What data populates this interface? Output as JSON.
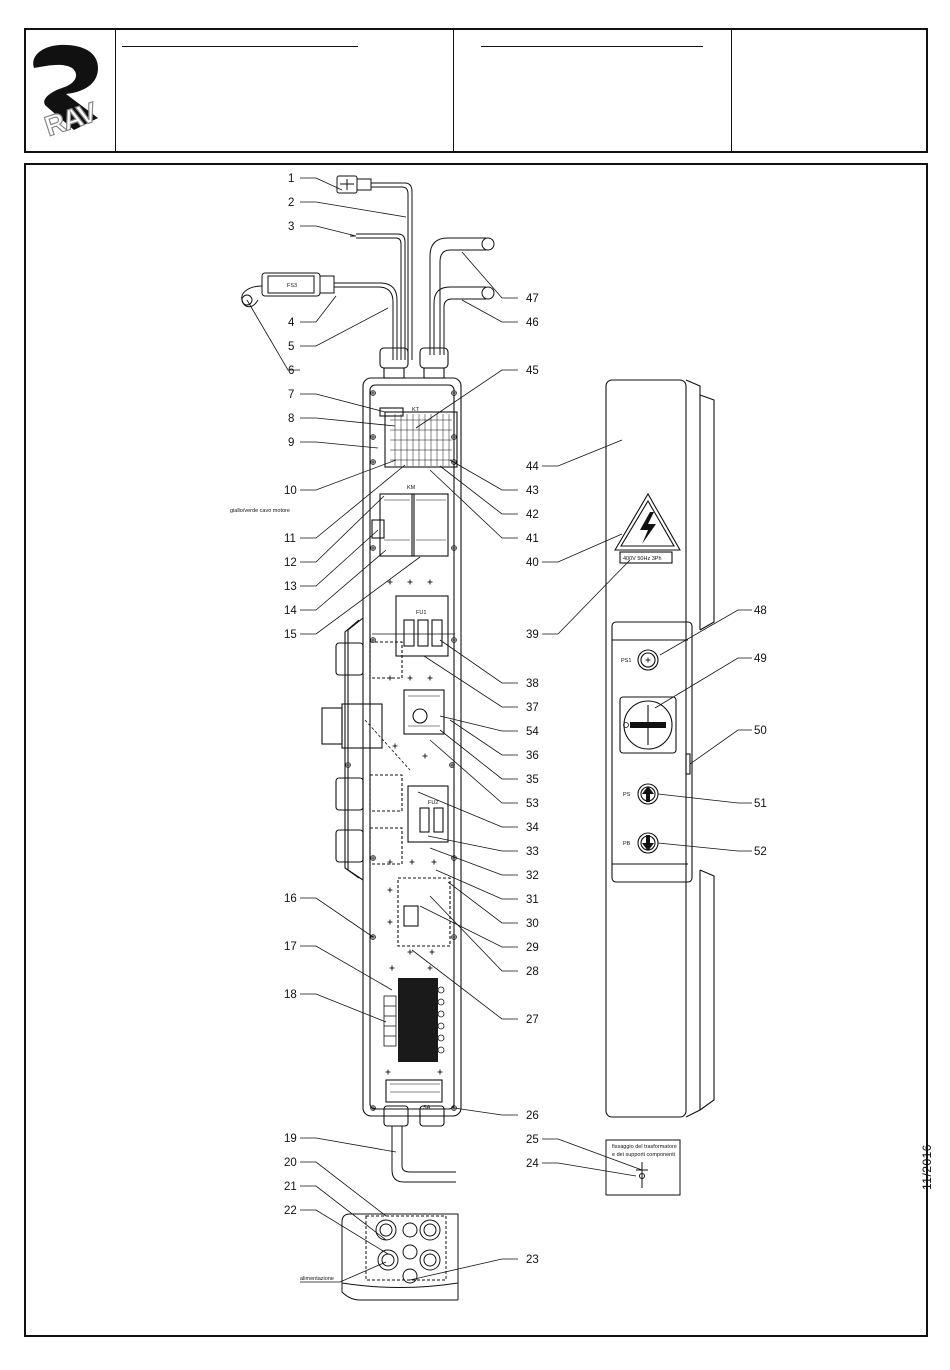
{
  "header": {
    "logo_text": "RAV",
    "date": "11/2016"
  },
  "callouts": [
    "1",
    "2",
    "3",
    "4",
    "5",
    "6",
    "7",
    "8",
    "9",
    "10",
    "11",
    "12",
    "13",
    "14",
    "15",
    "16",
    "17",
    "18",
    "19",
    "20",
    "21",
    "22",
    "23",
    "24",
    "25",
    "26",
    "27",
    "28",
    "29",
    "30",
    "31",
    "32",
    "33",
    "34",
    "35",
    "36",
    "37",
    "38",
    "39",
    "40",
    "41",
    "42",
    "43",
    "44",
    "45",
    "46",
    "47",
    "48",
    "49",
    "50",
    "51",
    "52",
    "53",
    "54"
  ],
  "labels": {
    "fs3": "FS3",
    "gialloverde": "giallo/verde cavo motore",
    "kt": "KT",
    "km": "KM",
    "fu1": "FU1",
    "fu2": "FU2",
    "voltage_plate": "400V 50Hz 3Ph",
    "ps1": "PS1",
    "ps": "PS",
    "pb": "PB",
    "sa": "SA",
    "fissaggio_line1": "fissaggio del trasformatore",
    "fissaggio_line2": "e dei supporti componenti",
    "alimentazione": "alimentazione"
  },
  "colors": {
    "line": "#111111",
    "transformer_fill": "#1a1a1a"
  },
  "icons": [
    "rav-logo",
    "warning-triangle-icon",
    "lightning-icon",
    "arrow-up-icon",
    "arrow-down-icon",
    "plus-icon",
    "selector-switch-icon"
  ]
}
